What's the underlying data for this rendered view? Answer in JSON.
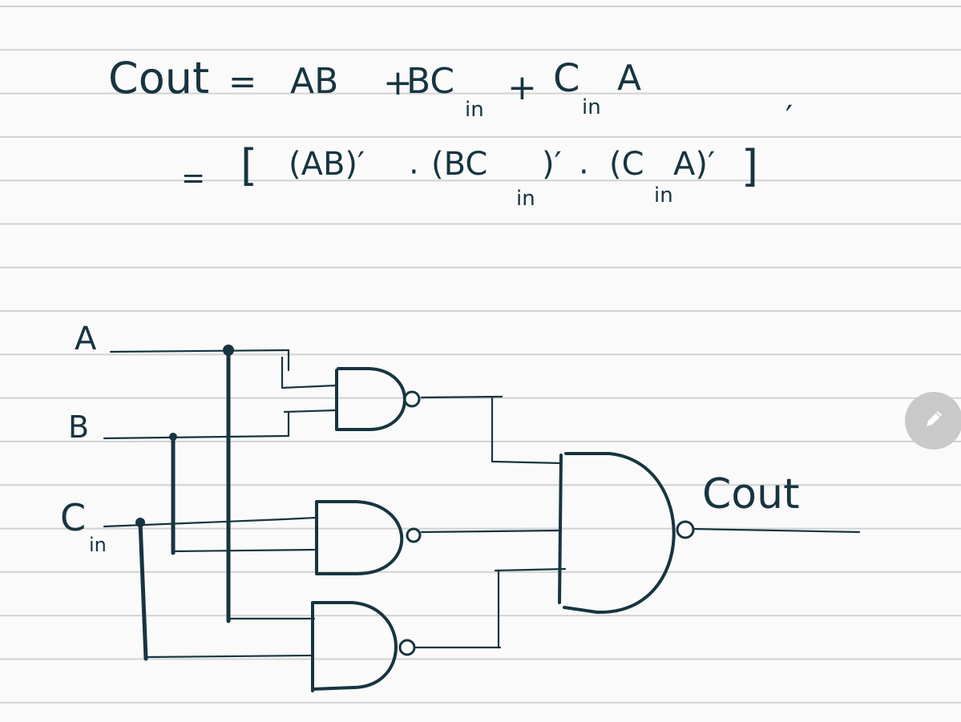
{
  "equation": {
    "line1": {
      "lhs": "Cout",
      "eq": "=",
      "t1": "AB",
      "plus1": "+",
      "t2": "BC",
      "t2_sub": "in",
      "plus2": "+",
      "t3": "C",
      "t3_sub": "in",
      "t3_tail": "A"
    },
    "line2": {
      "eq": "=",
      "open": "[",
      "f1": "(AB)′",
      "dot1": "·",
      "f2": "(BC",
      "f2_sub": "in",
      "f2_close": ")′",
      "dot2": "·",
      "f3_open": "(C",
      "f3_sub": "in",
      "f3_close": "A)′",
      "close": "]",
      "prime": "′"
    }
  },
  "circuit": {
    "inputs": {
      "a": "A",
      "b": "B",
      "cin": "C",
      "cin_sub": "in"
    },
    "output": "Cout"
  },
  "colors": {
    "ink": "#163540",
    "paper": "#fafafa",
    "rule": "#d2d2d2",
    "button": "#c9c9c9"
  },
  "toolbar": {
    "edit_icon": "pencil-icon"
  }
}
